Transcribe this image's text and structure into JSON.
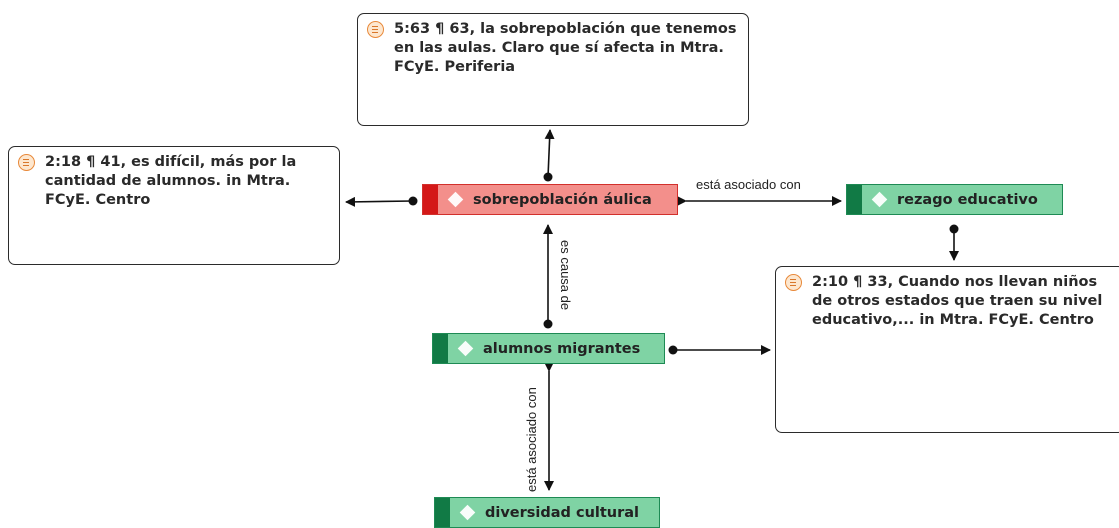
{
  "quotes": {
    "top": {
      "text": "5:63 ¶ 63, la sobrepoblación que tenemos en las aulas. Claro que sí afecta in Mtra. FCyE. Periferia"
    },
    "left": {
      "text": "2:18 ¶ 41, es difícil, más por la cantidad de alumnos. in Mtra. FCyE. Centro"
    },
    "right": {
      "text": "2:10 ¶ 33, Cuando nos llevan niños de otros estados que traen su nivel educativo,... in Mtra. FCyE. Centro"
    }
  },
  "codes": {
    "sobrepoblacion": {
      "label": "sobrepoblación áulica",
      "color": "#f38f8b"
    },
    "rezago": {
      "label": "rezago educativo",
      "color": "#7fd3a4"
    },
    "migrantes": {
      "label": "alumnos migrantes",
      "color": "#7fd3a4"
    },
    "diversidad": {
      "label": "diversidad cultural",
      "color": "#7fd3a4"
    }
  },
  "relations": {
    "asociado_1": "está asociado con",
    "causa": "es causa de",
    "asociado_2": "está asociado con"
  },
  "icons": {
    "quote": "quotation-icon",
    "code": "diamond-icon"
  }
}
